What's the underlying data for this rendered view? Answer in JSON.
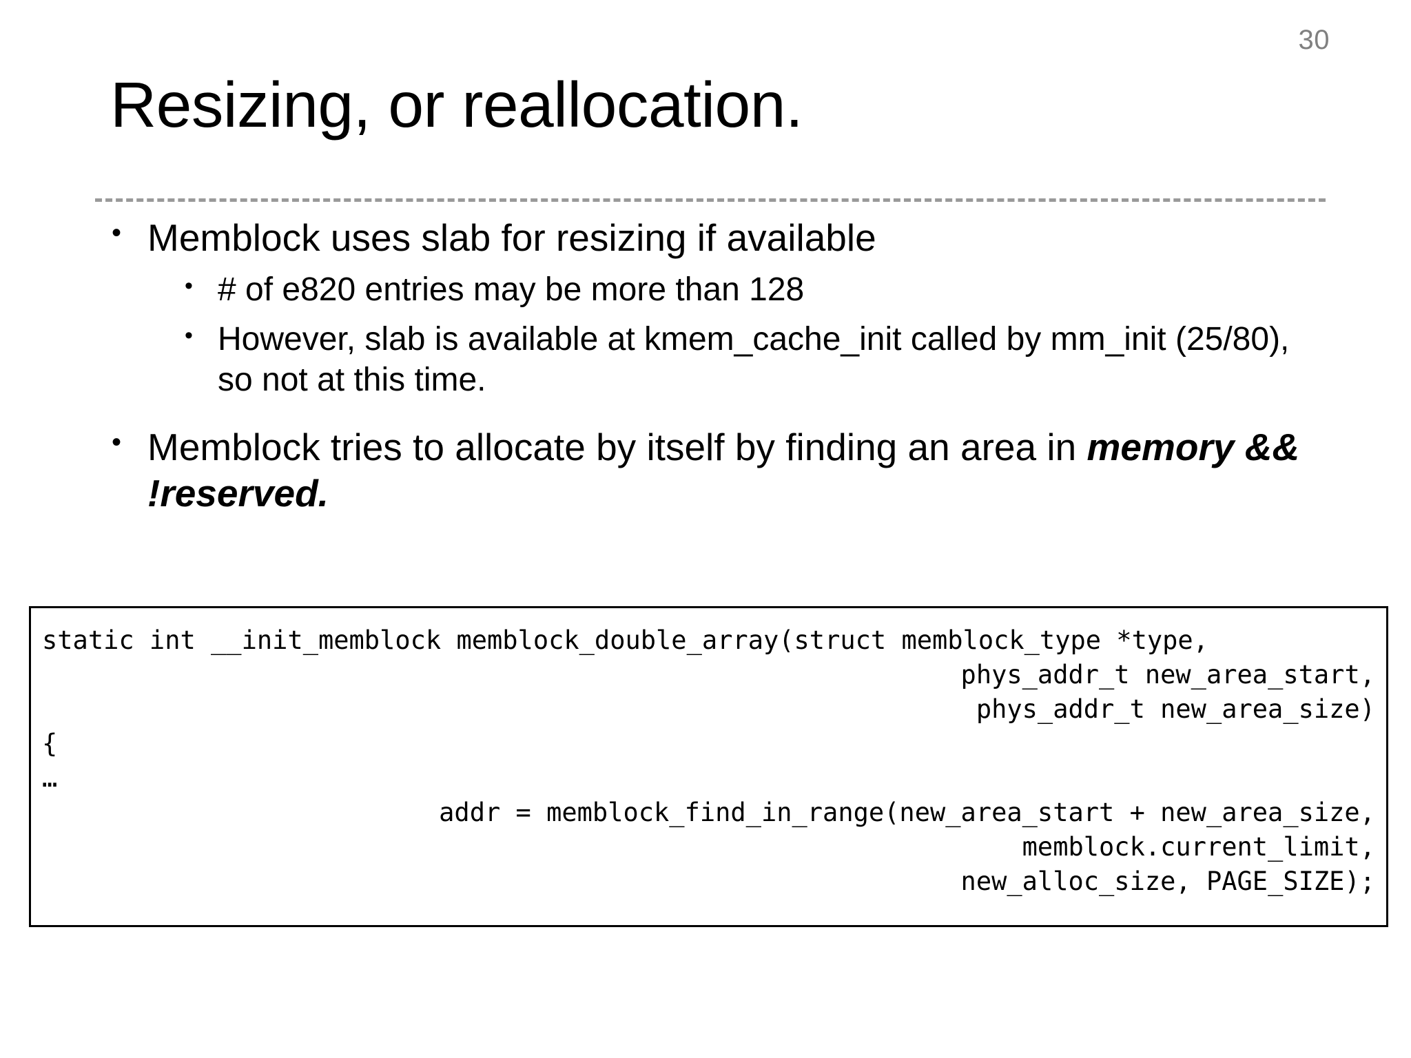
{
  "slide": {
    "page_number": "30",
    "title": "Resizing, or reallocation.",
    "divider_color": "#9a9a9a",
    "page_number_color": "#808080",
    "text_color": "#000000",
    "background_color": "#ffffff"
  },
  "bullets": {
    "marker_glyph": "•",
    "items": [
      {
        "level": 1,
        "text": "Memblock uses slab for resizing if available"
      },
      {
        "level": 2,
        "text": "# of e820 entries may be more than 128"
      },
      {
        "level": 2,
        "text": "However, slab is available at kmem_cache_init called by mm_init (25/80), so not at this time."
      },
      {
        "level": 1,
        "text_plain": "Memblock tries to allocate by itself by finding an area in ",
        "text_emphasis": "memory && !reserved."
      }
    ]
  },
  "code_block": {
    "lines": [
      {
        "text": "static int __init_memblock memblock_double_array(struct memblock_type *type,",
        "align": "left"
      },
      {
        "text": "phys_addr_t new_area_start,",
        "align": "right"
      },
      {
        "text": "phys_addr_t new_area_size)",
        "align": "right"
      },
      {
        "text": "{",
        "align": "left"
      },
      {
        "text": "…",
        "align": "left"
      },
      {
        "text": "addr = memblock_find_in_range(new_area_start + new_area_size,",
        "align": "right"
      },
      {
        "text": "memblock.current_limit,",
        "align": "right"
      },
      {
        "text": "new_alloc_size, PAGE_SIZE);",
        "align": "right"
      }
    ]
  }
}
